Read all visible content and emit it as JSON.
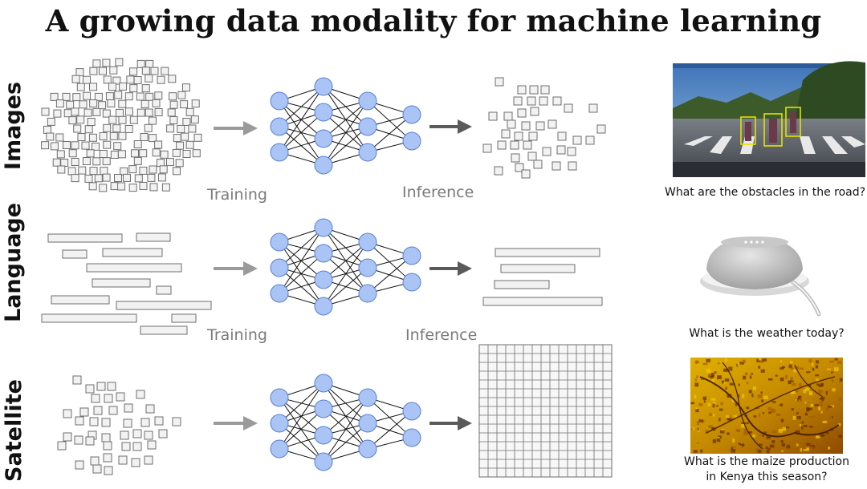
{
  "title": "A growing data modality for machine learning",
  "rows": [
    {
      "label": "Images",
      "training_label": "Training",
      "inference_label": "Inference",
      "question": "What are the obstacles in the road?"
    },
    {
      "label": "Language",
      "training_label": "Training",
      "inference_label": "Inference",
      "question": "What is the weather today?"
    },
    {
      "label": "Satellite",
      "question_line1": "What is the maize production",
      "question_line2": "in Kenya this season?"
    }
  ],
  "colors": {
    "node_fill": "#a9c4f5",
    "node_stroke": "#5b7fd0",
    "arrow_light": "#9a9a9a",
    "arrow_dark": "#5a5a5a",
    "box_stroke": "#6e6e6e",
    "box_fill": "#f2f2f2"
  },
  "icons": [
    "neural-network-icon",
    "arrow-icon",
    "street-photo-icon",
    "smart-speaker-icon",
    "satellite-heatmap-icon"
  ]
}
